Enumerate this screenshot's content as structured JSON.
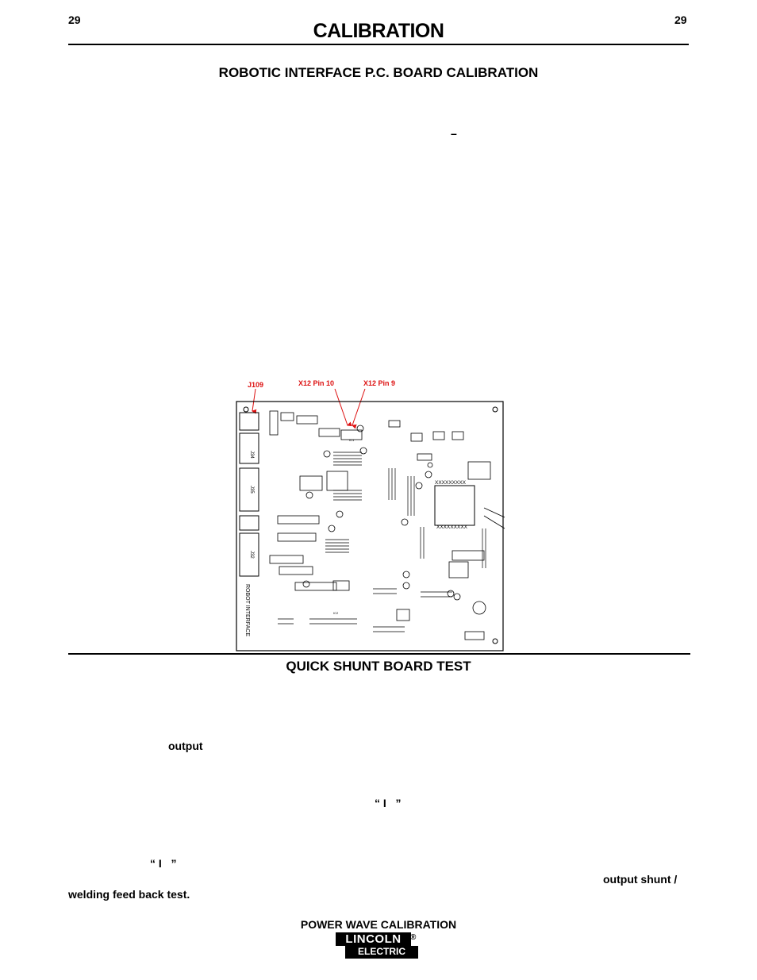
{
  "header": {
    "page_number_left": "29",
    "page_number_right": "29",
    "title": "CALIBRATION"
  },
  "section1": {
    "heading": "ROBOTIC INTERFACE P.C. BOARD CALIBRATION",
    "fragment_dash": "–"
  },
  "figure": {
    "labels": {
      "j109": "J109",
      "x12_pin10": "X12 Pin 10",
      "x12_pin9": "X12 Pin 9"
    },
    "board_text": {
      "robot_interface": "ROBOT INTERFACE",
      "chip_marking_top": "XXXXXXXXX",
      "chip_marking_bottom": "XXXXXXXXX",
      "connector_j34": "J34",
      "connector_j35": "J35",
      "connector_j32": "J32",
      "ic_ic1": "IC1",
      "ic_ic2": "IC2"
    }
  },
  "section2": {
    "heading": "QUICK SHUNT BOARD TEST",
    "frag_output": "output",
    "frag_quote1": "“ I   ”",
    "frag_quote2": "“ I   ”",
    "frag_output_shunt": "output shunt /",
    "frag_welding_feed": "welding feed back test."
  },
  "footer": {
    "text": "POWER WAVE CALIBRATION",
    "logo_top": "LINCOLN",
    "logo_reg": "®",
    "logo_bottom": "ELECTRIC"
  },
  "colors": {
    "label_red": "#dd1111",
    "ink": "#000000"
  }
}
